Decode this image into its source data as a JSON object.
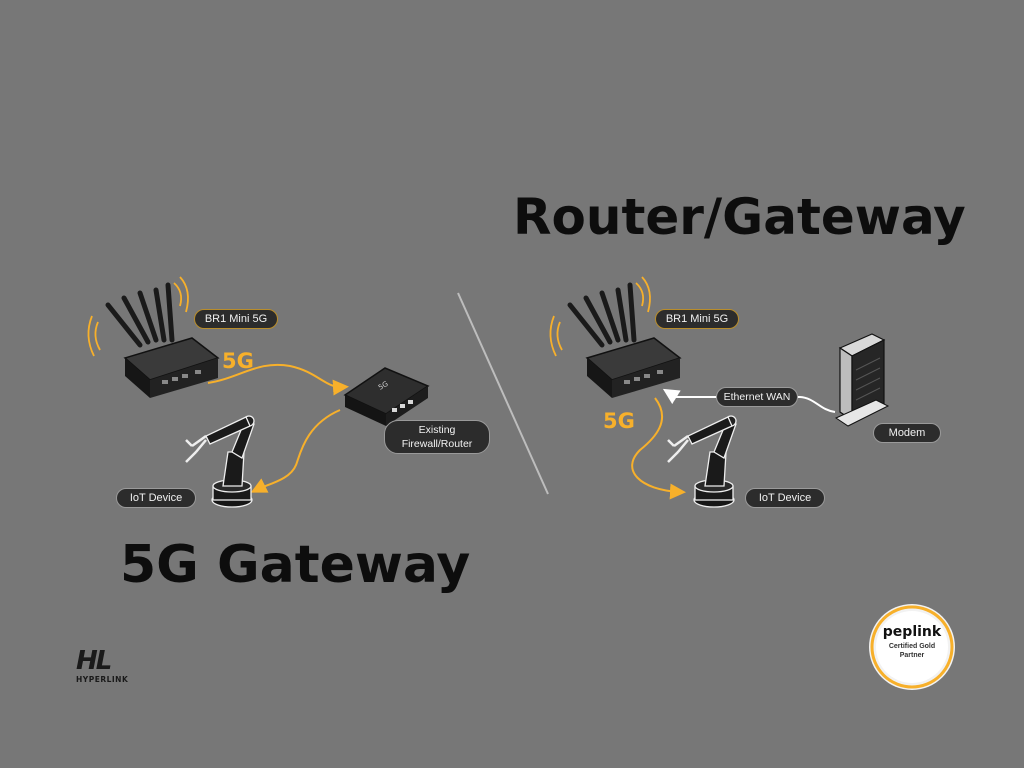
{
  "headings": {
    "right_title": "Router/Gateway",
    "left_title": "5G Gateway"
  },
  "left_diagram": {
    "device_label": "BR1 Mini 5G",
    "signal_label": "5G",
    "router_lines": [
      "Existing",
      "Firewall/Router"
    ],
    "iot_label": "IoT Device",
    "box_text": "5G"
  },
  "right_diagram": {
    "device_label": "BR1 Mini 5G",
    "signal_label": "5G",
    "wan_label": "Ethernet WAN",
    "modem_label": "Modem",
    "iot_label": "IoT Device"
  },
  "logos": {
    "hyperlink_mark": "HL",
    "hyperlink_text": "HYPERLINK",
    "badge_brand": "peplink",
    "badge_line1": "Certified Gold",
    "badge_line2": "Partner"
  },
  "colors": {
    "background": "#777777",
    "accent": "#f7b02b",
    "device": "#1f1f1f",
    "arrow_white": "#ffffff"
  }
}
